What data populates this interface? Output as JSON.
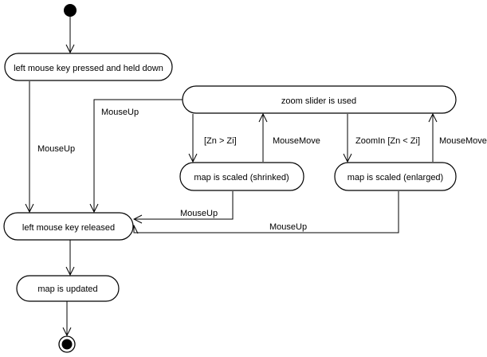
{
  "diagram": {
    "states": {
      "pressed": "left mouse key pressed and held down",
      "zoom": "zoom slider is used",
      "shrink": "map is scaled (shrinked)",
      "enlarge": "map is scaled (enlarged)",
      "released": "left mouse key released",
      "updated": "map is updated"
    },
    "transitions": {
      "pressed_to_released": "MouseUp",
      "zoom_to_released": "MouseUp",
      "zoom_to_shrink": "[Zn > Zi]",
      "shrink_to_zoom": "MouseMove",
      "zoom_to_enlarge": "ZoomIn [Zn < Zi]",
      "enlarge_to_zoom": "MouseMove",
      "shrink_to_released": "MouseUp",
      "enlarge_to_released": "MouseUp"
    }
  }
}
